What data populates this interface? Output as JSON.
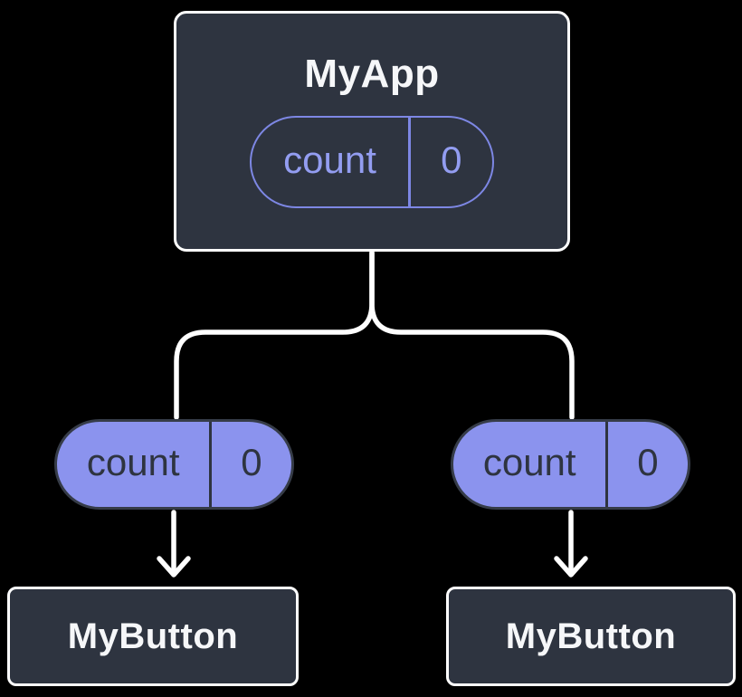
{
  "colors": {
    "background": "#000000",
    "surface": "#2e3440",
    "surface_border": "#ffffff",
    "title_text": "#f6f7f9",
    "purple_fill": "#8b93ee",
    "purple_stroke": "#7d87e4",
    "purple_text": "#939df1",
    "dark_text": "#2e3440",
    "pill_border_dark": "#363c48",
    "wire": "#ffffff"
  },
  "diagram": {
    "app": {
      "title": "MyApp",
      "state": {
        "name": "count",
        "value": "0"
      }
    },
    "props": [
      {
        "name": "count",
        "value": "0"
      },
      {
        "name": "count",
        "value": "0"
      }
    ],
    "buttons": [
      {
        "title": "MyButton"
      },
      {
        "title": "MyButton"
      }
    ]
  }
}
